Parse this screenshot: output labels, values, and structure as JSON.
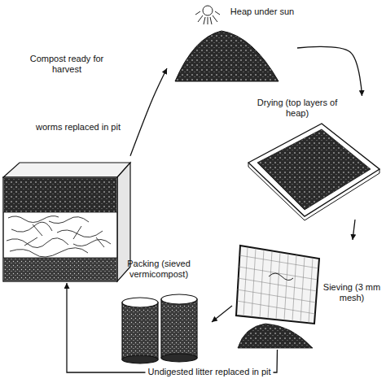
{
  "diagram": {
    "nodes": [
      {
        "text": [
          "Compost ready for harvest"
        ]
      },
      {
        "text": [
          "Heap under sun"
        ]
      },
      {
        "text": [
          "Drying (top layers of heap)"
        ]
      },
      {
        "text": [
          "Sieving (3 mm mesh)"
        ]
      },
      {
        "text": [
          "Packing (sieved vermicompost)"
        ]
      }
    ],
    "edges": [
      {
        "from": 0,
        "to": 1,
        "arrow": "to"
      },
      {
        "from": 1,
        "to": 2,
        "arrow": "to"
      },
      {
        "from": 2,
        "to": 3,
        "arrow": "to"
      },
      {
        "from": 3,
        "to": 4,
        "arrow": "to"
      },
      {
        "from": 3,
        "to": 0,
        "label": "Undigested litter replaced in pit",
        "arrow": "to"
      }
    ],
    "labels": [
      "worms replaced in pit"
    ]
  }
}
